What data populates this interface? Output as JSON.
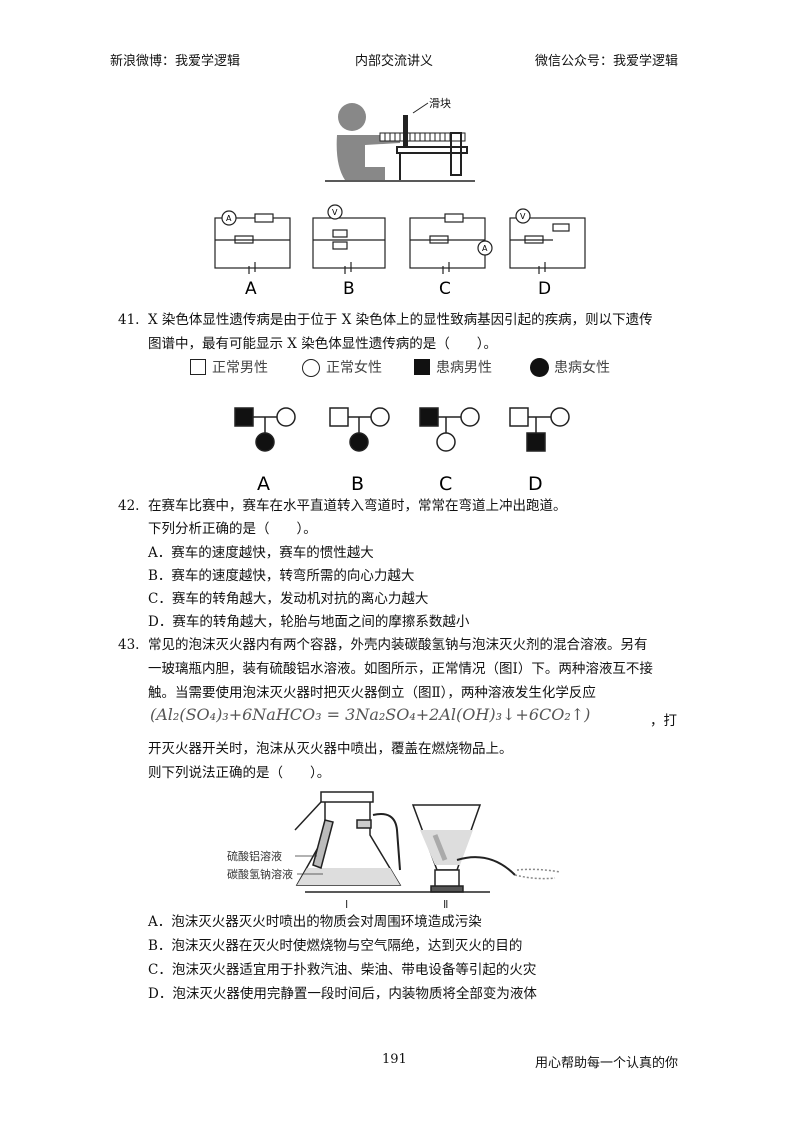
{
  "header": {
    "left": "新浪微博：我爱学逻辑",
    "center": "内部交流讲义",
    "right": "微信公众号：我爱学逻辑"
  },
  "fig_top": {
    "slider_label": "滑块",
    "circuit_labels": [
      "A",
      "B",
      "C",
      "D"
    ]
  },
  "q41": {
    "number": "41.",
    "line1": "X 染色体显性遗传病是由于位于 X 染色体上的显性致病基因引起的疾病，则以下遗传",
    "line2": "图谱中，最有可能显示 X 染色体显性遗传病的是（　　）。",
    "legend": [
      "正常男性",
      "正常女性",
      "患病男性",
      "患病女性"
    ],
    "pedigree_labels": [
      "A",
      "B",
      "C",
      "D"
    ]
  },
  "q42": {
    "number": "42.",
    "line1": "在赛车比赛中，赛车在水平直道转入弯道时，常常在弯道上冲出跑道。",
    "line2": "下列分析正确的是（　　）。",
    "options": [
      "A．赛车的速度越快，赛车的惯性越大",
      "B．赛车的速度越快，转弯所需的向心力越大",
      "C．赛车的转角越大，发动机对抗的离心力越大",
      "D．赛车的转角越大，轮胎与地面之间的摩擦系数越小"
    ]
  },
  "q43": {
    "number": "43.",
    "line1": "常见的泡沫灭火器内有两个容器，外壳内装碳酸氢钠与泡沫灭火剂的混合溶液。另有",
    "line2": "一玻璃瓶内胆，装有硫酸铝水溶液。如图所示，正常情况（图Ⅰ）下。两种溶液互不接",
    "line3": "触。当需要使用泡沫灭火器时把灭火器倒立（图Ⅱ），两种溶液发生化学反应",
    "equation": "(Al₂(SO₄)₃+6NaHCO₃ = 3Na₂SO₄+2Al(OH)₃↓+6CO₂↑)",
    "eq_tail": "，打",
    "line4": "开灭火器开关时，泡沫从灭火器中喷出，覆盖在燃烧物品上。",
    "line5": "则下列说法正确的是（　　）。",
    "fig_labels": [
      "硫酸铝溶液",
      "碳酸氢钠溶液"
    ],
    "fig_numerals": [
      "Ⅰ",
      "Ⅱ"
    ],
    "options": [
      "A．泡沫灭火器灭火时喷出的物质会对周围环境造成污染",
      "B．泡沫灭火器在灭火时使燃烧物与空气隔绝，达到灭火的目的",
      "C．泡沫灭火器适宜用于扑救汽油、柴油、带电设备等引起的火灾",
      "D．泡沫灭火器使用完静置一段时间后，内装物质将全部变为液体"
    ]
  },
  "footer": {
    "page_number": "191",
    "slogan": "用心帮助每一个认真的你"
  }
}
